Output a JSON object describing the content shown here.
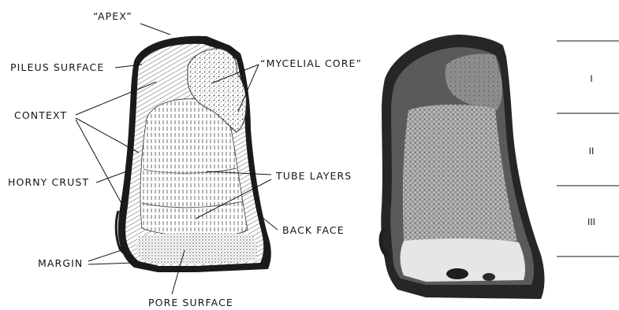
{
  "labels": {
    "apex": "“APEX”",
    "pileus_surface": "PILEUS SURFACE",
    "mycelial_core": "“MYCELIAL CORE”",
    "context": "CONTEXT",
    "horny_crust": "HORNY CRUST",
    "tube_layers": "TUBE LAYERS",
    "back_face": "BACK FACE",
    "margin": "MARGIN",
    "pore_surface": "PORE SURFACE"
  },
  "zones": [
    "I",
    "II",
    "III"
  ],
  "colors": {
    "ink": "#151515",
    "paper": "#ffffff",
    "photo_dark": "#2b2b2b",
    "photo_mid": "#8a8a8a",
    "photo_light": "#e8e8e8"
  }
}
